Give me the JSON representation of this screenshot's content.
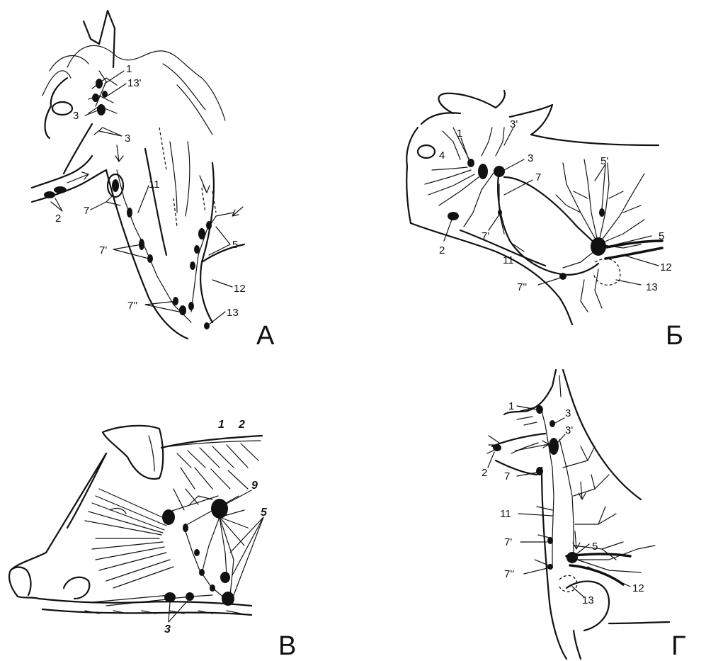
{
  "panels": {
    "a": {
      "letter": "А",
      "labels": [
        "1",
        "13'",
        "3",
        "3",
        "2",
        "7",
        "11",
        "7'",
        "5",
        "12",
        "7''",
        "13"
      ]
    },
    "b": {
      "letter": "Б",
      "labels": [
        "1",
        "3'",
        "4",
        "3",
        "7",
        "5'",
        "2",
        "7'",
        "5",
        "11",
        "12",
        "7''",
        "13"
      ]
    },
    "v": {
      "letter": "В",
      "labels": [
        "1",
        "2",
        "9",
        "5",
        "3"
      ]
    },
    "g": {
      "letter": "Г",
      "labels": [
        "1",
        "3",
        "3'",
        "2",
        "7",
        "11",
        "7'",
        "5",
        "7''",
        "12",
        "13"
      ]
    }
  }
}
